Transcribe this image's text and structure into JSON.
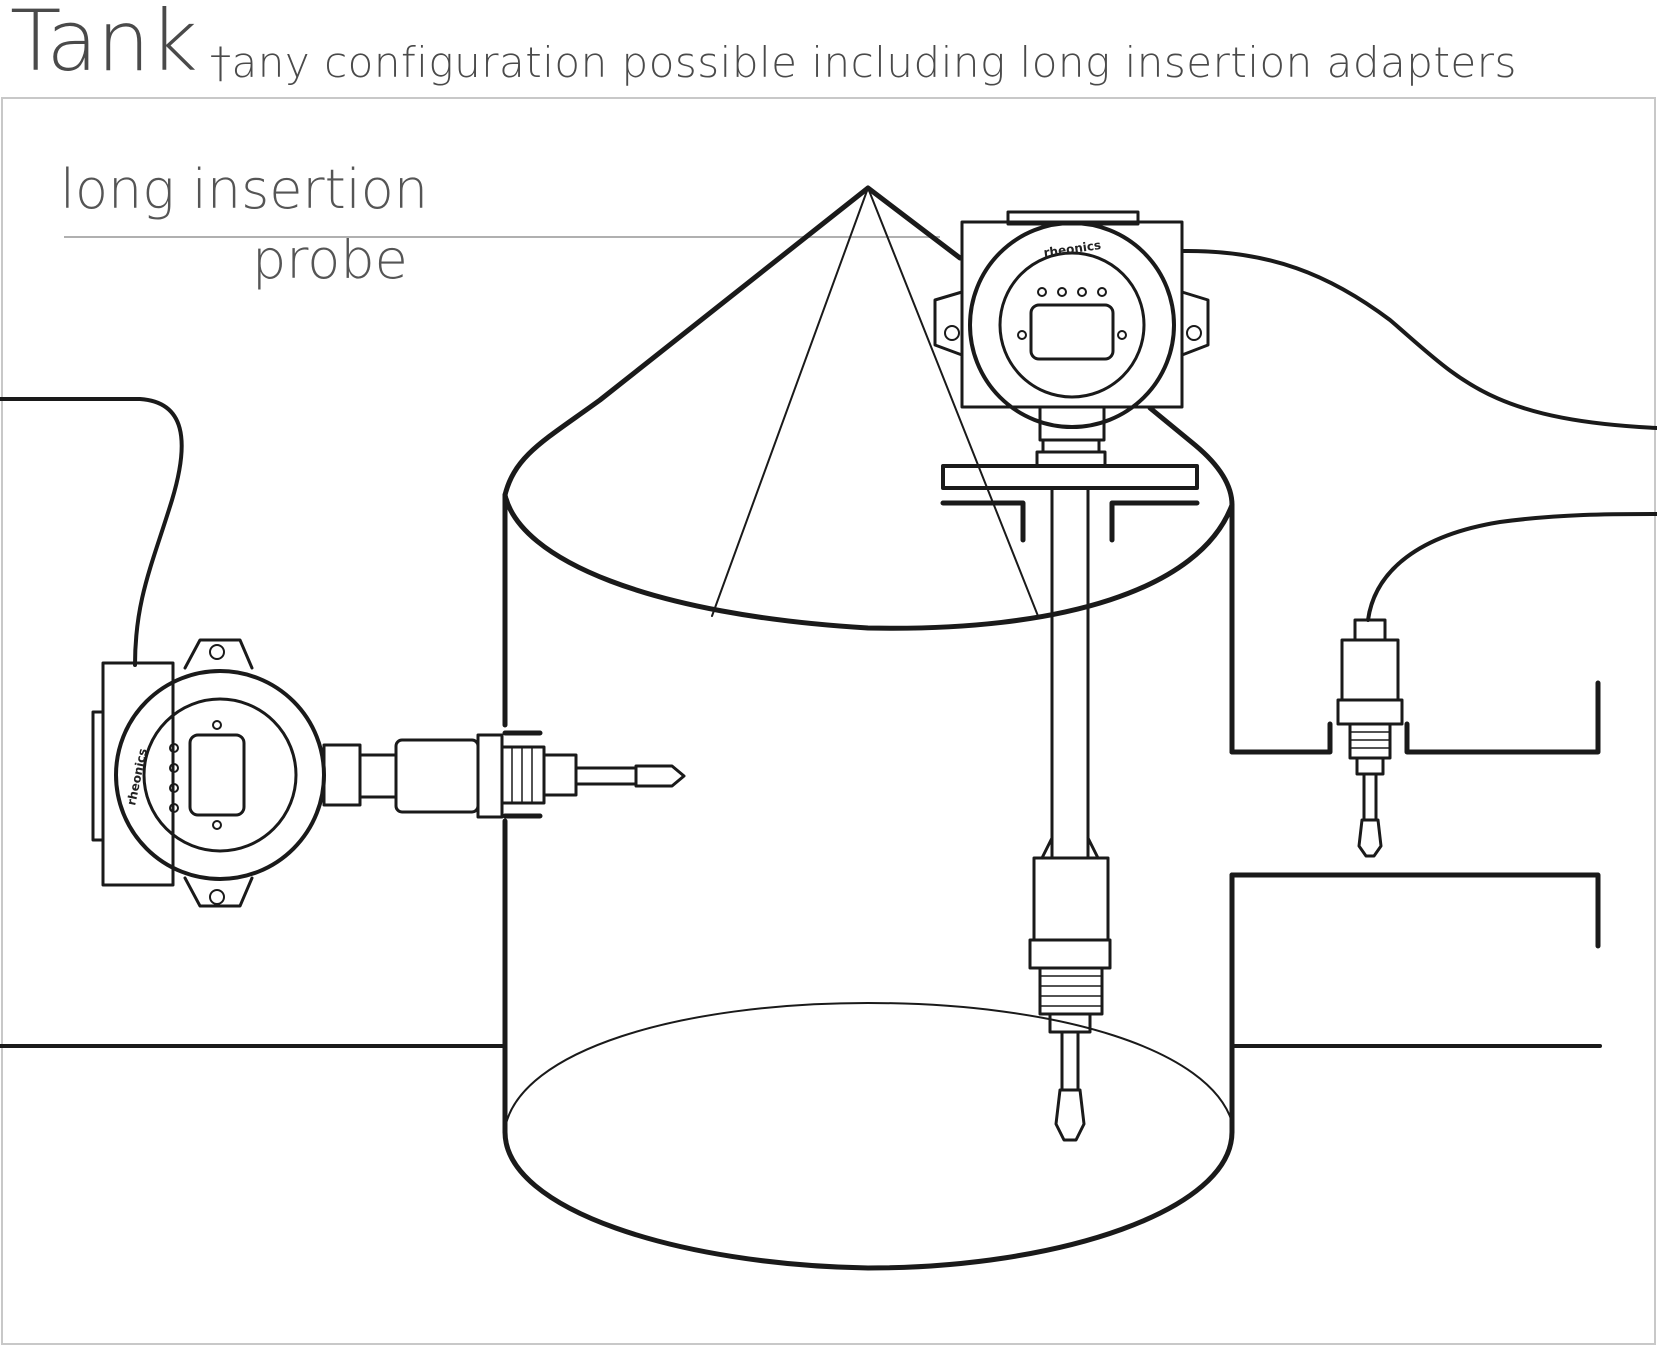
{
  "title": "Tank",
  "subtitle": "†any configuration possible including long insertion adapters",
  "callout": {
    "line1": "long insertion",
    "line2": "probe"
  },
  "brand_text": "rheonics",
  "colors": {
    "stroke": "#1a1a1a",
    "frame": "#c8c8c8",
    "text": "#4a4a4a"
  }
}
